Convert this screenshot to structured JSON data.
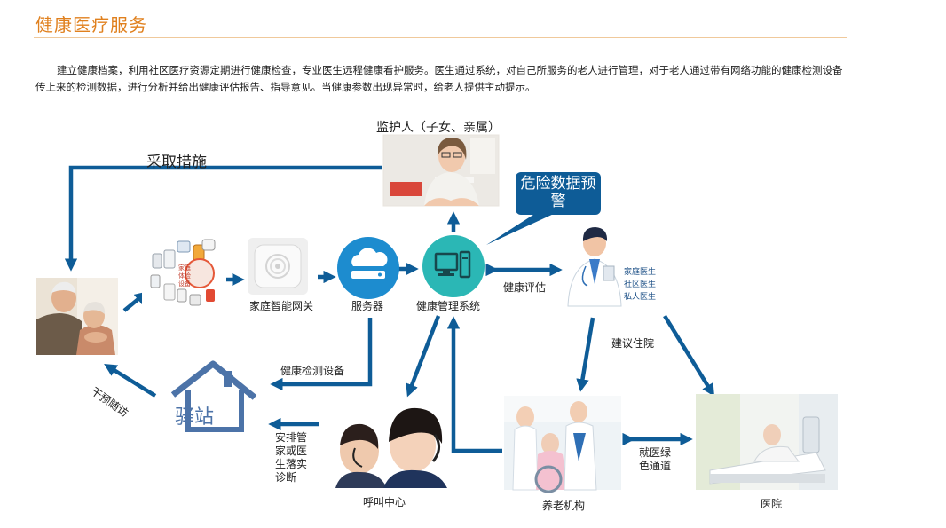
{
  "page": {
    "title": "健康医疗服务",
    "intro": "建立健康档案，利用社区医疗资源定期进行健康检查，专业医生远程健康看护服务。医生通过系统，对自己所服务的老人进行管理，对于老人通过带有网络功能的健康检测设备传上来的检测数据，进行分析并给出健康评估报告、指导意见。当健康参数出现异常时，给老人提供主动提示。"
  },
  "diagram": {
    "guardian": "监护人（子女、亲属）",
    "take_measures": "采取措施",
    "danger_alert": "危险数据预警",
    "device_tag": "家庭体检设备",
    "gateway": "家庭智能网关",
    "server": "服务器",
    "health_system": "健康管理系统",
    "health_assessment": "健康评估",
    "doctor_types": [
      "家庭医生",
      "社区医生",
      "私人医生"
    ],
    "suggest_hospital": "建议住院",
    "health_device": "健康检测设备",
    "intervene_visit": "干预随访",
    "station": "驿站",
    "arrange": "安排管家或医生落实诊断",
    "call_center": "呼叫中心",
    "nursing_home": "养老机构",
    "green_channel": "就医绿色通道",
    "hospital": "医院"
  },
  "colors": {
    "title": "#e0801e",
    "arrow": "#0e5c97",
    "icon_blue": "#1d8ccf",
    "icon_teal": "#2bb7b5"
  },
  "icons": [
    "cloud-server-icon",
    "computer-icon",
    "house-icon",
    "router-icon"
  ]
}
